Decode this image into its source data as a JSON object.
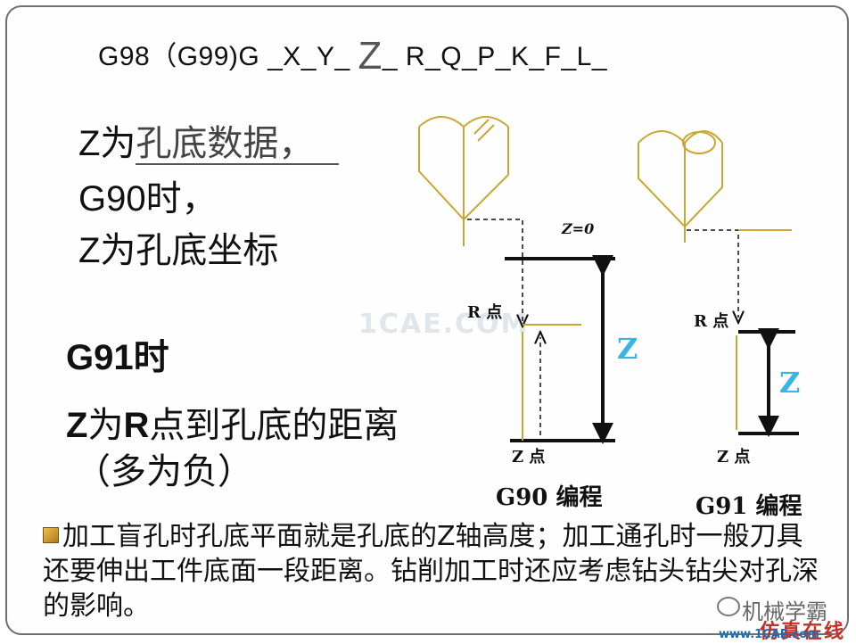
{
  "formula": {
    "before": "G98（G99)G _X_Y_ ",
    "z": "Z",
    "after": "_ R_Q_P_K_F_L_"
  },
  "left_text": {
    "line1_prefix": "Z为",
    "line1_under": "孔底数据，",
    "line2": "G90时，",
    "line3": "Z为孔底坐标",
    "line4": "G91时",
    "line5_bold_z": "Z",
    "line5_mid": "为",
    "line5_bold_r": "R",
    "line5_rest": "点到孔底的距离",
    "line6": "（多为负）"
  },
  "diagram": {
    "z0_label": "Z=0",
    "r_point_label": "R 点",
    "z_point_label": "Z 点",
    "z_symbol": "Z",
    "g90_caption": "G90 编程",
    "g91_caption": "G91 编程",
    "line_color": "#c8a832",
    "z_color": "#38b7e0"
  },
  "note": "加工盲孔时孔底平面就是孔底的Z轴高度；加工通孔时一般刀具还要伸出工件底面一段距离。钻削加工时还应考虑钻头钻尖对孔深的影响。",
  "watermarks": {
    "center": "1CAE.COM",
    "account": "机械学霸",
    "site_cn": "仿真在线",
    "site_url": "www.1CAE.com"
  }
}
